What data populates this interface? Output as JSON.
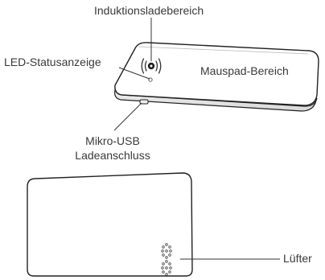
{
  "labels": {
    "charging_area": "Induktionsladebereich",
    "led_indicator": "LED-Statusanzeige",
    "mousepad_area": "Mauspad-Bereich",
    "usb_port_line1": "Mikro-USB",
    "usb_port_line2": "Ladeanschluss",
    "fan": "Lüfter"
  },
  "icons": {
    "wireless_charging": "wireless-charging-icon",
    "fan_vents": "fan-vent-icon"
  }
}
